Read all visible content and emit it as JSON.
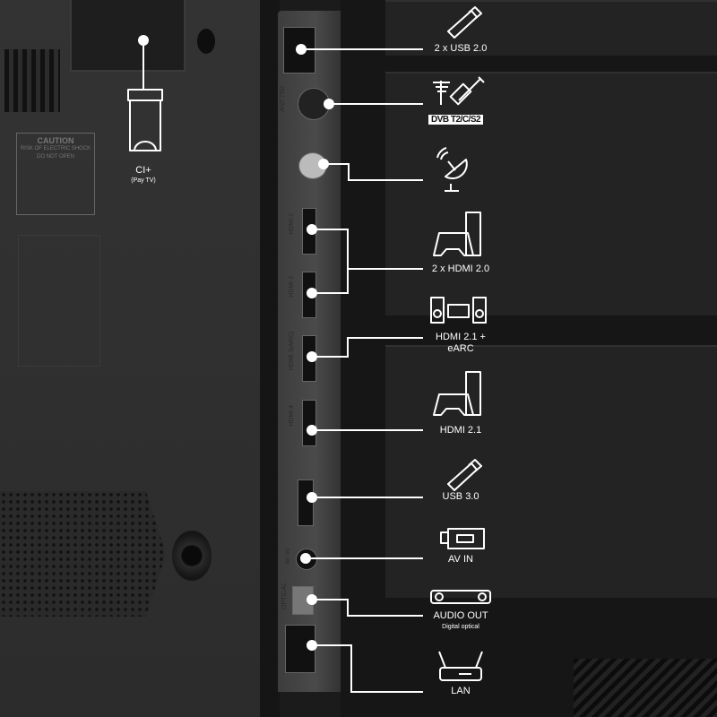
{
  "ci_slot": {
    "label": "CI+",
    "sublabel": "(Pay TV)"
  },
  "caution_sticker": {
    "title": "CAUTION",
    "line1": "RISK OF ELECTRIC SHOCK",
    "line2": "DO NOT OPEN"
  },
  "panel_labels": {
    "ant": "ANT 75Ω",
    "hdmi1": "HDMI 1",
    "hdmi2": "HDMI 2",
    "hdmi3": "HDMI 3(ARC)",
    "hdmi4": "HDMI 4",
    "avin": "AV IN",
    "optical": "OPTICAL"
  },
  "connectors": [
    {
      "label": "2 x USB 2.0",
      "icon": "usb-stick-icon"
    },
    {
      "label": "DVB T2/C/S2",
      "icon": "antenna-cable-icon"
    },
    {
      "label": "",
      "icon": "satellite-dish-icon"
    },
    {
      "label": "2 x HDMI 2.0",
      "icon": "gamepad-console-icon"
    },
    {
      "label": "HDMI 2.1 +",
      "label2": "eARC",
      "icon": "speaker-system-icon"
    },
    {
      "label": "HDMI 2.1",
      "icon": "gamepad-console-icon"
    },
    {
      "label": "USB 3.0",
      "icon": "usb-stick-icon"
    },
    {
      "label": "AV IN",
      "icon": "camcorder-icon"
    },
    {
      "label": "AUDIO OUT",
      "sublabel": "Digital optical",
      "icon": "soundbar-icon"
    },
    {
      "label": "LAN",
      "icon": "router-icon"
    }
  ]
}
